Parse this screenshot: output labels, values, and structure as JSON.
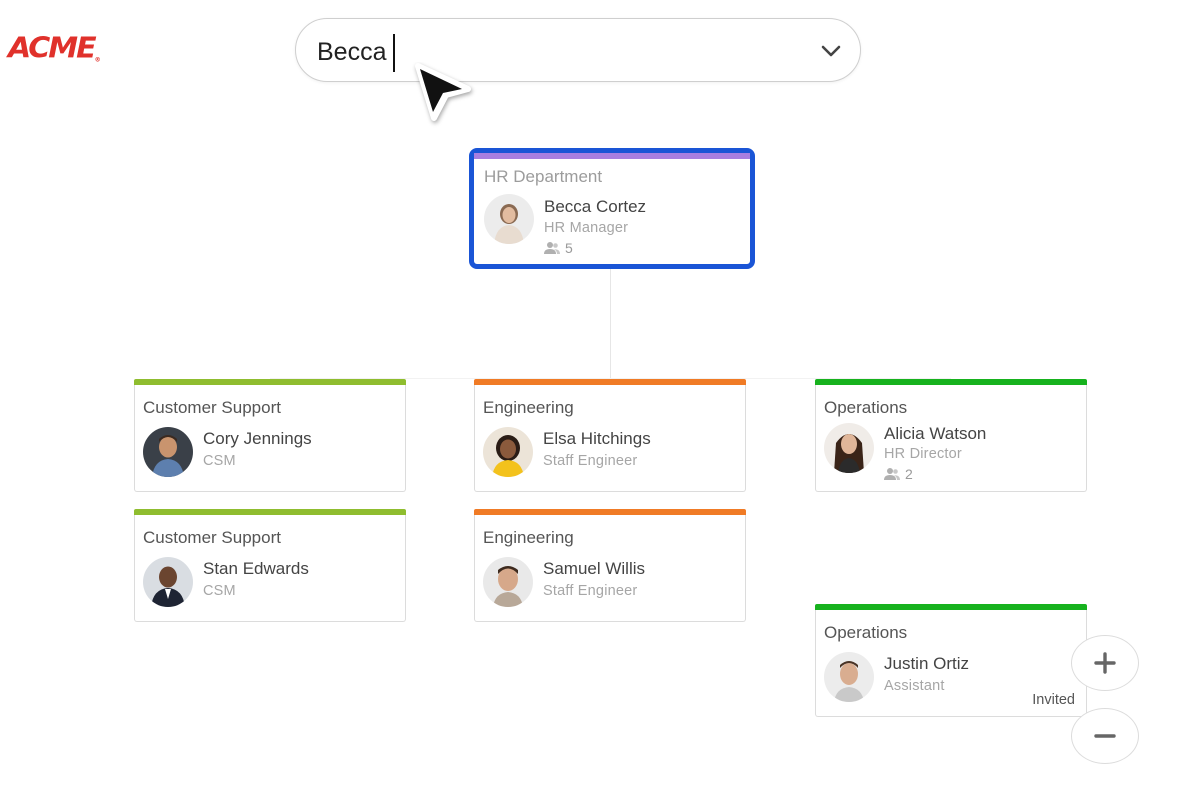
{
  "brand": {
    "logo_text": "ACME",
    "logo_color": "#e0312b"
  },
  "search": {
    "value": "Becca",
    "dropdown_icon": "chevron-down-icon"
  },
  "cards": [
    {
      "dept": "HR Department",
      "name": "Becca Cortez",
      "role": "HR Manager",
      "reports": "5",
      "color": "#a87fe0",
      "selected": true
    },
    {
      "dept": "Customer Support",
      "name": "Cory Jennings",
      "role": "CSM",
      "color": "#8fbd2f"
    },
    {
      "dept": "Customer Support",
      "name": "Stan Edwards",
      "role": "CSM",
      "color": "#8fbd2f"
    },
    {
      "dept": "Engineering",
      "name": "Elsa Hitchings",
      "role": "Staff Engineer",
      "color": "#f07b26"
    },
    {
      "dept": "Engineering",
      "name": "Samuel Willis",
      "role": "Staff Engineer",
      "color": "#f07b26"
    },
    {
      "dept": "Operations",
      "name": "Alicia Watson",
      "role": "HR Director",
      "reports": "2",
      "color": "#17b21e"
    },
    {
      "dept": "Operations",
      "name": "Justin Ortiz",
      "role": "Assistant",
      "status": "Invited",
      "color": "#17b21e"
    }
  ],
  "zoom": {
    "in_icon": "plus-icon",
    "out_icon": "minus-icon"
  },
  "colors": {
    "selection": "#1a55d6"
  }
}
